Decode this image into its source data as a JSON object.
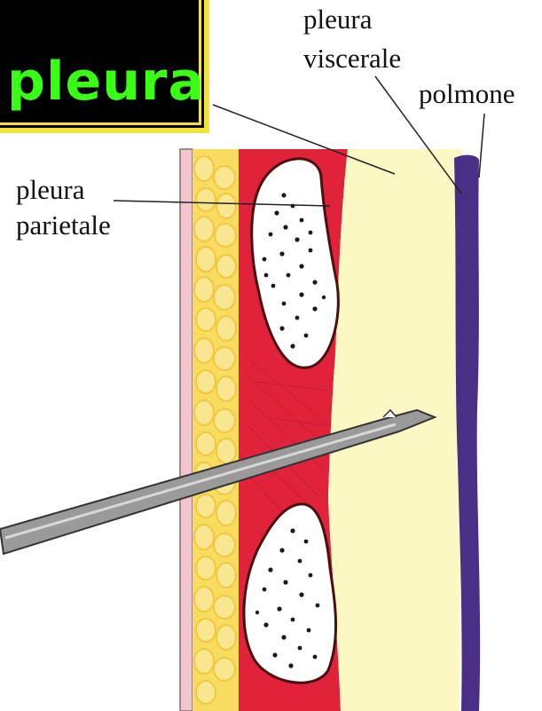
{
  "title": {
    "text": "pleura"
  },
  "labels": {
    "pleura_viscerale": [
      "pleura",
      "viscerale"
    ],
    "polmone": "polmone",
    "pleura_parietale": [
      "pleura",
      "parietale"
    ]
  },
  "icons": [
    "needle-icon"
  ],
  "colors": {
    "title_bg": "#000000",
    "title_text": "#39ff14",
    "title_border": "#f2e23a",
    "fat_layer": "#f7dc60",
    "muscle": "#e0233a",
    "pleural_space": "#fbf8c4",
    "lung": "#4a2f86",
    "rib": "#ffffff",
    "needle": "#9a9a9a"
  }
}
